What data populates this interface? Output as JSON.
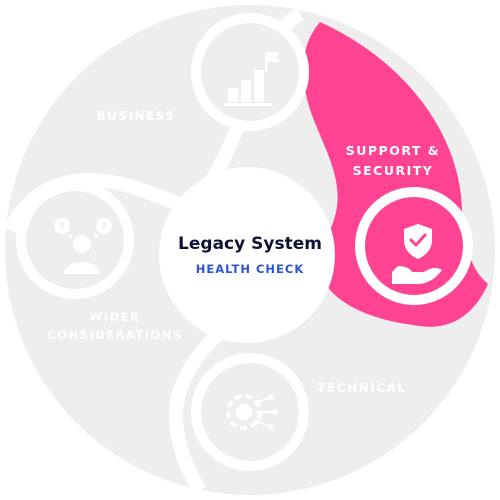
{
  "diagram": {
    "center": {
      "title": "Legacy System",
      "subtitle": "HEALTH CHECK"
    },
    "segments": [
      {
        "id": "business",
        "label": "BUSINESS",
        "icon": "growth-bar-chart-flag-icon",
        "active": false
      },
      {
        "id": "support",
        "label_line1": "SUPPORT &",
        "label_line2": "SECURITY",
        "icon": "hand-holding-shield-check-icon",
        "active": true
      },
      {
        "id": "technical",
        "label": "TECHNICAL",
        "icon": "gear-circuit-icon",
        "active": false
      },
      {
        "id": "wider",
        "label_line1": "WIDER",
        "label_line2": "CONSIDERATIONS",
        "icon": "person-questions-icon",
        "active": false
      }
    ],
    "colors": {
      "segment_gray": "#eeeeee",
      "icon_white": "#ffffff",
      "accent_pink": "#ff4393",
      "title_dark": "#111133",
      "subtitle_blue": "#2d54d6"
    }
  }
}
